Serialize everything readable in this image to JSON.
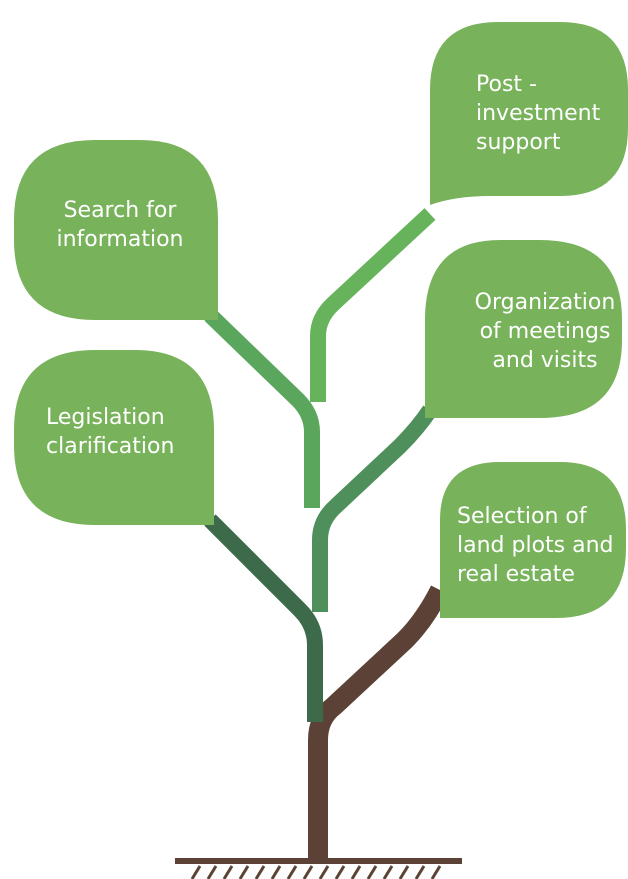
{
  "leaves": [
    {
      "id": "post-investment",
      "label": "Post -\ninvestment\nsupport",
      "color": "#78b35c"
    },
    {
      "id": "search",
      "label": "Search for\ninformation",
      "color": "#78b35c"
    },
    {
      "id": "organization",
      "label": "Organization\nof meetings\nand visits",
      "color": "#78b35c"
    },
    {
      "id": "legislation",
      "label": "Legislation\nclarification",
      "color": "#78b35c"
    },
    {
      "id": "selection",
      "label": "Selection of\nland plots and\nreal estate",
      "color": "#78b35c"
    }
  ],
  "colors": {
    "trunk": "#5c4236",
    "branch_dark": "#3d6a4a",
    "branch_mid": "#4f8f5c",
    "branch_light": "#5fb05c",
    "ground": "#5c4236"
  }
}
